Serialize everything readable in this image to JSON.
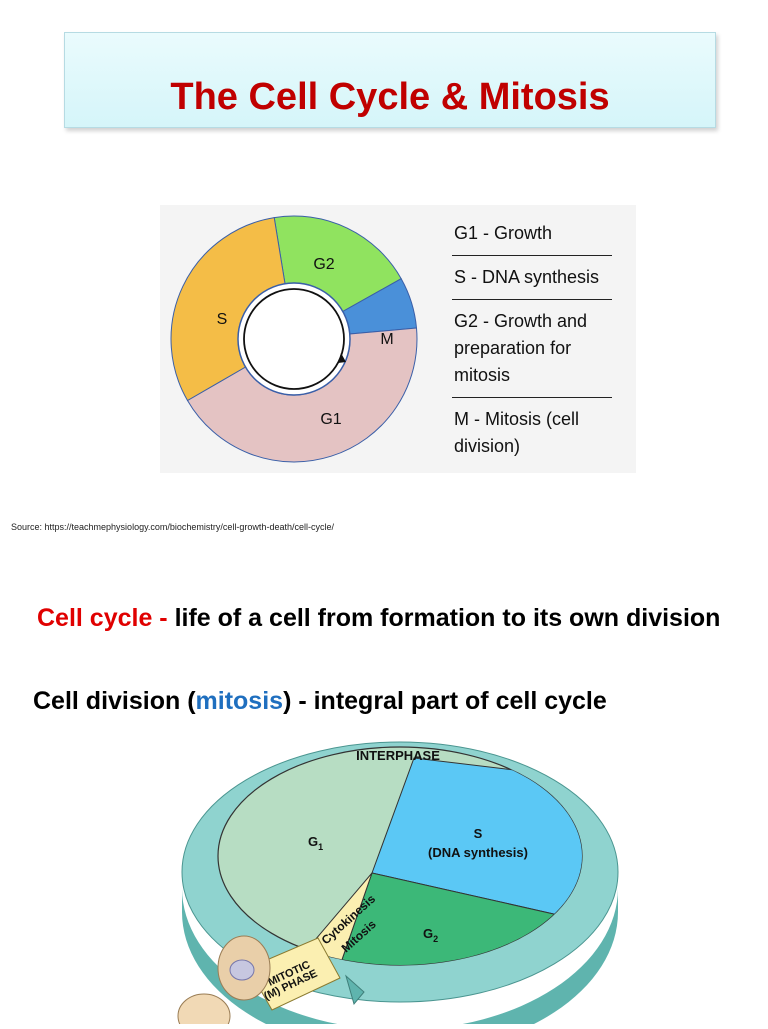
{
  "title": "The Cell Cycle & Mitosis",
  "diagram1": {
    "segments": [
      {
        "label": "G2",
        "color": "#90e35f"
      },
      {
        "label": "M",
        "color": "#4a90d9"
      },
      {
        "label": "G1",
        "color": "#e4c3c3"
      },
      {
        "label": "S",
        "color": "#f4bd47"
      }
    ],
    "legend": [
      {
        "text": "G1 - Growth"
      },
      {
        "text": "S - DNA synthesis"
      },
      {
        "text": "G2 - Growth and preparation for mitosis"
      },
      {
        "text": "M - Mitosis (cell division)"
      }
    ]
  },
  "source": "Source: https://teachmephysiology.com/biochemistry/cell-growth-death/cell-cycle/",
  "definition": {
    "term": "Cell cycle",
    "separator": " - ",
    "text": " life of a cell from formation to its own division"
  },
  "statement": {
    "prefix": "Cell division (",
    "term": "mitosis",
    "suffix": ") - integral part of cell cycle"
  },
  "diagram2": {
    "interphase": "INTERPHASE",
    "g1": "G",
    "g1_sub": "1",
    "s": "S",
    "s_sub": "(DNA synthesis)",
    "g2": "G",
    "g2_sub": "2",
    "cytokinesis": "Cytokinesis",
    "mitosis": "Mitosis",
    "mitotic_line1": "MITOTIC",
    "mitotic_line2": "(M) PHASE",
    "colors": {
      "ring": "#8fd3cf",
      "ring_dark": "#5fb4ae",
      "g1": "#b7ddc3",
      "s": "#5bc8f5",
      "g2": "#3cb878",
      "mitotic": "#fbefb1"
    }
  }
}
